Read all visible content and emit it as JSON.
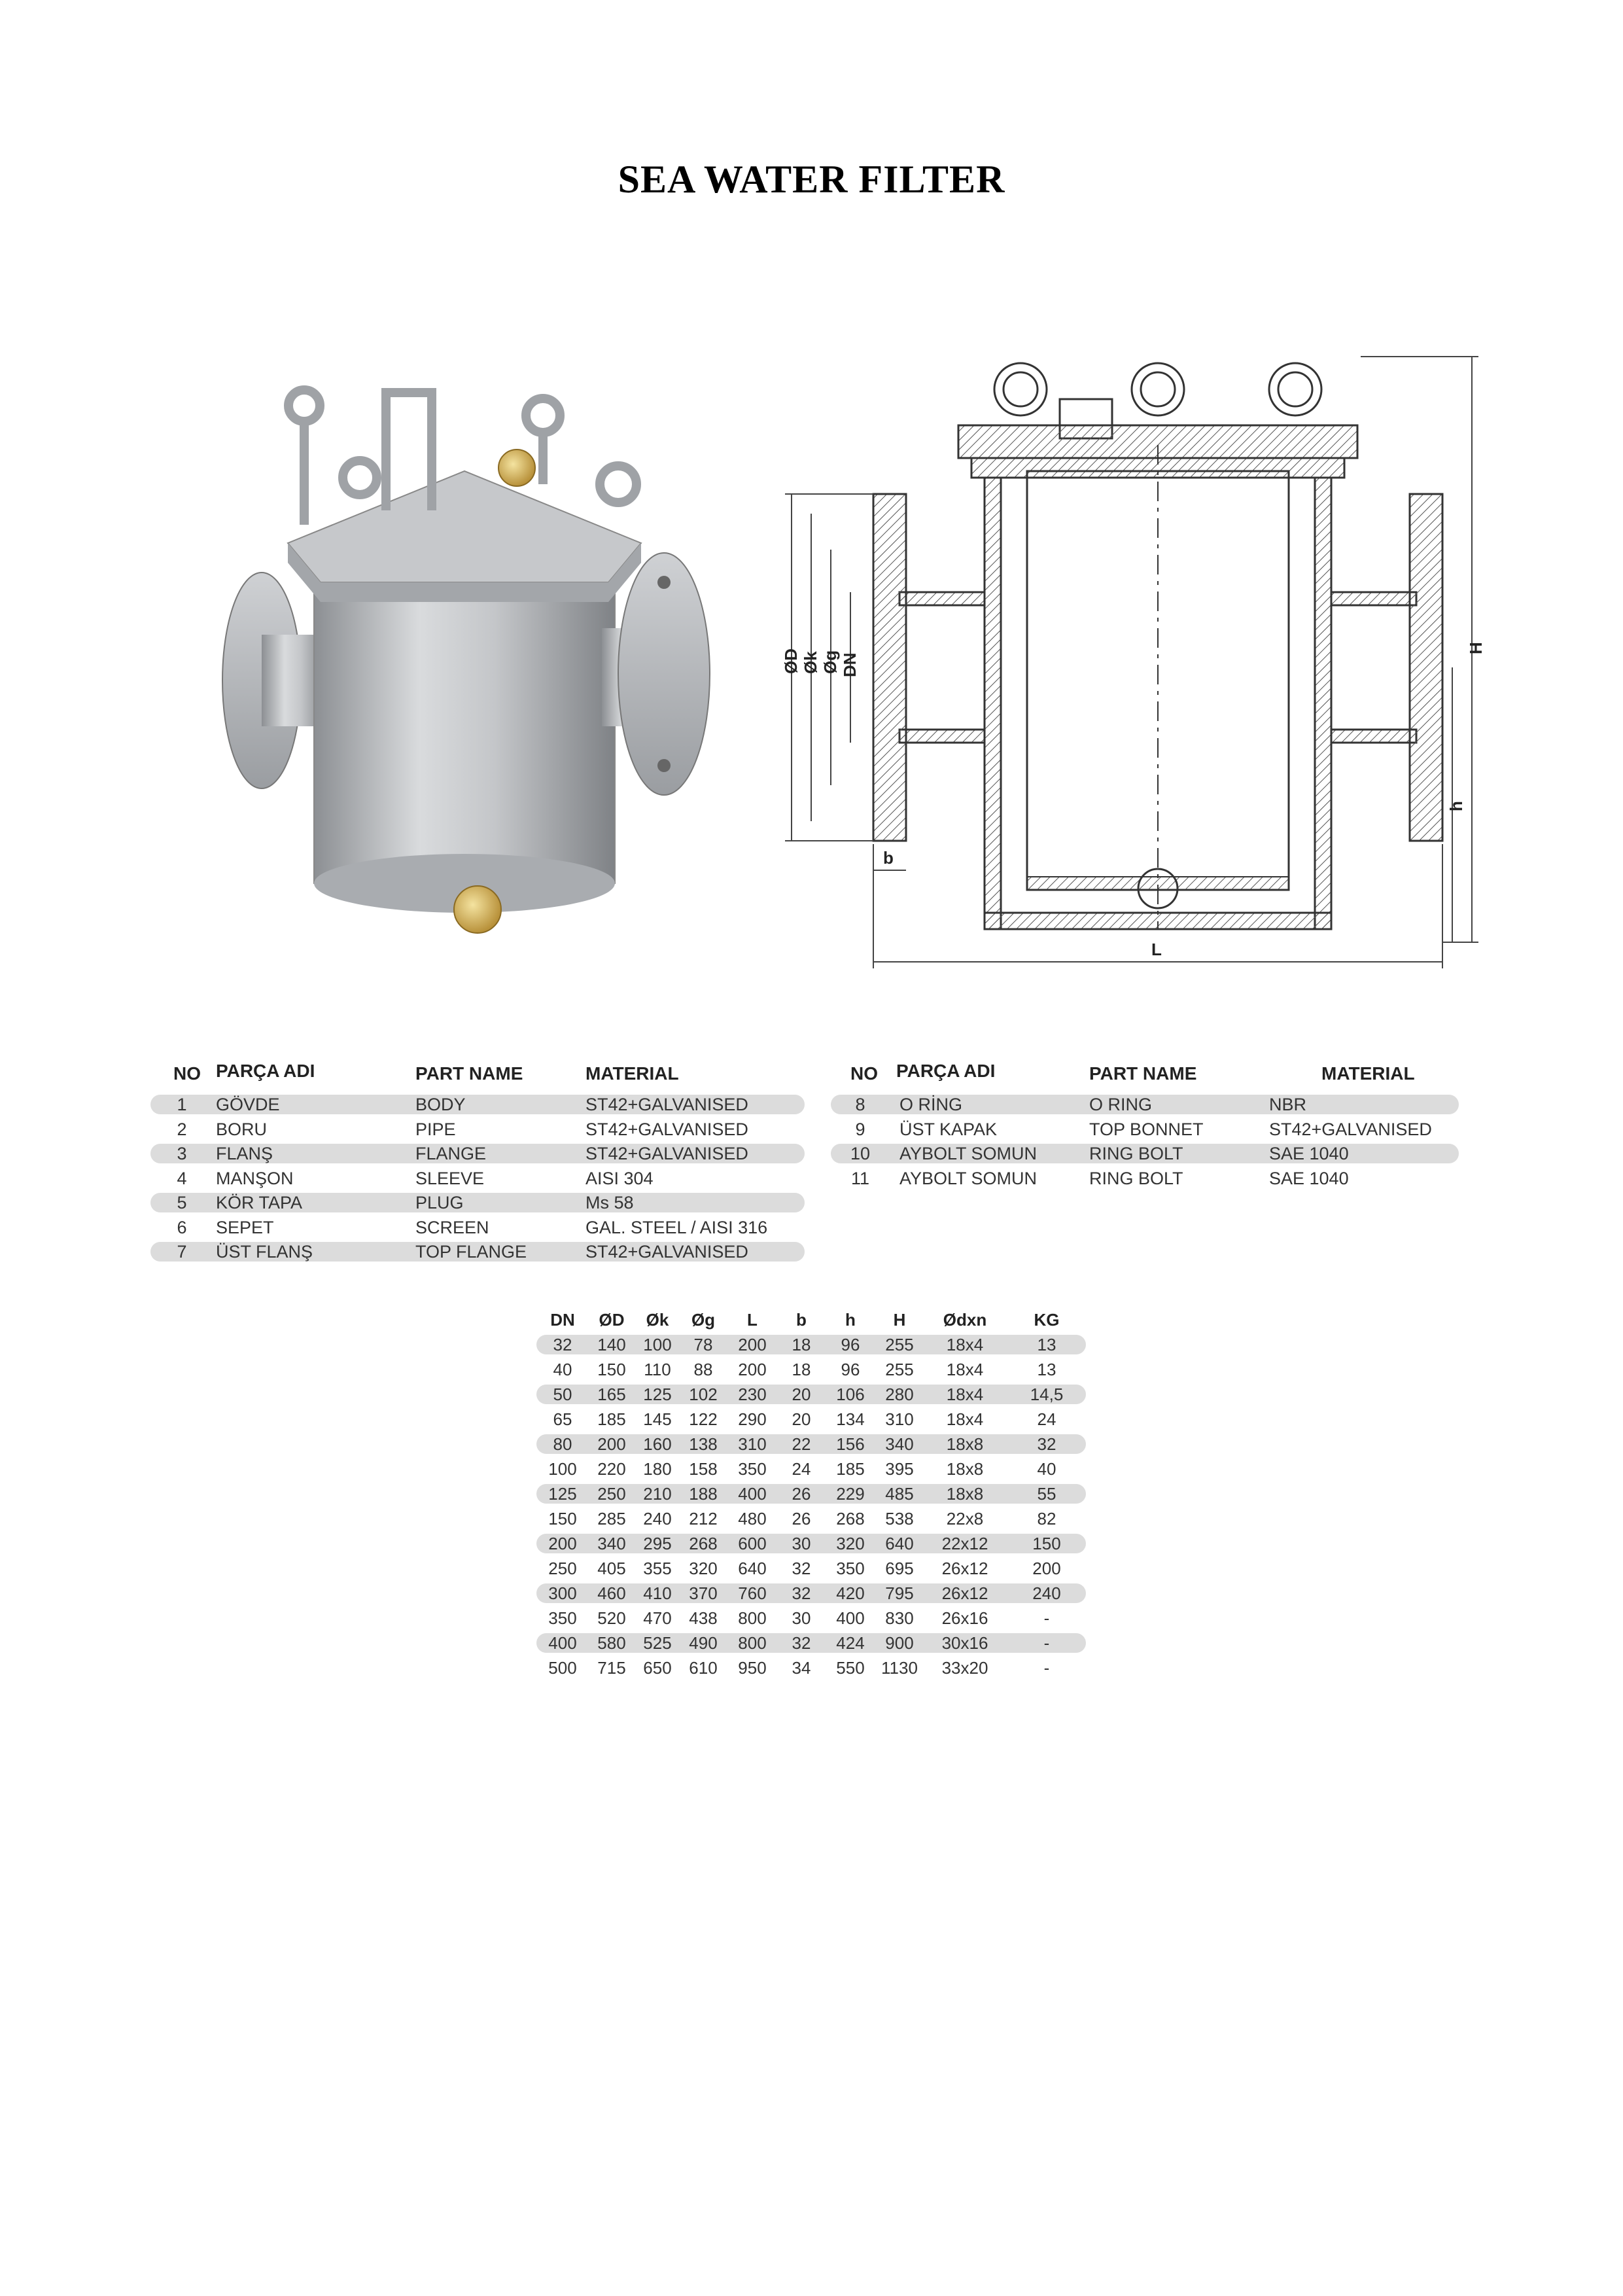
{
  "title": "SEA WATER FILTER",
  "drawing_labels": {
    "OD": "ØD",
    "Ok": "Øk",
    "Og": "Øg",
    "DN": "DN",
    "b": "b",
    "L": "L",
    "H": "H",
    "h": "h"
  },
  "parts_headers": {
    "no": "NO",
    "parca_adi": "PARÇA ADI",
    "part_name": "PART NAME",
    "material": "MATERIAL"
  },
  "parts_left": [
    {
      "no": "1",
      "parca_adi": "GÖVDE",
      "part_name": "BODY",
      "material": "ST42+GALVANISED"
    },
    {
      "no": "2",
      "parca_adi": "BORU",
      "part_name": "PIPE",
      "material": "ST42+GALVANISED"
    },
    {
      "no": "3",
      "parca_adi": "FLANŞ",
      "part_name": "FLANGE",
      "material": "ST42+GALVANISED"
    },
    {
      "no": "4",
      "parca_adi": "MANŞON",
      "part_name": "SLEEVE",
      "material": "AISI 304"
    },
    {
      "no": "5",
      "parca_adi": "KÖR TAPA",
      "part_name": "PLUG",
      "material": "Ms 58"
    },
    {
      "no": "6",
      "parca_adi": "SEPET",
      "part_name": "SCREEN",
      "material": "GAL. STEEL /  AISI 316"
    },
    {
      "no": "7",
      "parca_adi": "ÜST FLANŞ",
      "part_name": "TOP FLANGE",
      "material": "ST42+GALVANISED"
    }
  ],
  "parts_right": [
    {
      "no": "8",
      "parca_adi": "O RİNG",
      "part_name": "O RING",
      "material": "NBR"
    },
    {
      "no": "9",
      "parca_adi": "ÜST KAPAK",
      "part_name": "TOP BONNET",
      "material": "ST42+GALVANISED"
    },
    {
      "no": "10",
      "parca_adi": "AYBOLT SOMUN",
      "part_name": "RING BOLT",
      "material": "SAE 1040"
    },
    {
      "no": "11",
      "parca_adi": "AYBOLT SOMUN",
      "part_name": "RING BOLT",
      "material": "SAE 1040"
    }
  ],
  "dims_headers": [
    "DN",
    "ØD",
    "Øk",
    "Øg",
    "L",
    "b",
    "h",
    "H",
    "Ødxn",
    "KG"
  ],
  "dims_rows": [
    [
      "32",
      "140",
      "100",
      "78",
      "200",
      "18",
      "96",
      "255",
      "18x4",
      "13"
    ],
    [
      "40",
      "150",
      "110",
      "88",
      "200",
      "18",
      "96",
      "255",
      "18x4",
      "13"
    ],
    [
      "50",
      "165",
      "125",
      "102",
      "230",
      "20",
      "106",
      "280",
      "18x4",
      "14,5"
    ],
    [
      "65",
      "185",
      "145",
      "122",
      "290",
      "20",
      "134",
      "310",
      "18x4",
      "24"
    ],
    [
      "80",
      "200",
      "160",
      "138",
      "310",
      "22",
      "156",
      "340",
      "18x8",
      "32"
    ],
    [
      "100",
      "220",
      "180",
      "158",
      "350",
      "24",
      "185",
      "395",
      "18x8",
      "40"
    ],
    [
      "125",
      "250",
      "210",
      "188",
      "400",
      "26",
      "229",
      "485",
      "18x8",
      "55"
    ],
    [
      "150",
      "285",
      "240",
      "212",
      "480",
      "26",
      "268",
      "538",
      "22x8",
      "82"
    ],
    [
      "200",
      "340",
      "295",
      "268",
      "600",
      "30",
      "320",
      "640",
      "22x12",
      "150"
    ],
    [
      "250",
      "405",
      "355",
      "320",
      "640",
      "32",
      "350",
      "695",
      "26x12",
      "200"
    ],
    [
      "300",
      "460",
      "410",
      "370",
      "760",
      "32",
      "420",
      "795",
      "26x12",
      "240"
    ],
    [
      "350",
      "520",
      "470",
      "438",
      "800",
      "30",
      "400",
      "830",
      "26x16",
      "-"
    ],
    [
      "400",
      "580",
      "525",
      "490",
      "800",
      "32",
      "424",
      "900",
      "30x16",
      "-"
    ],
    [
      "500",
      "715",
      "650",
      "610",
      "950",
      "34",
      "550",
      "1130",
      "33x20",
      "-"
    ]
  ]
}
